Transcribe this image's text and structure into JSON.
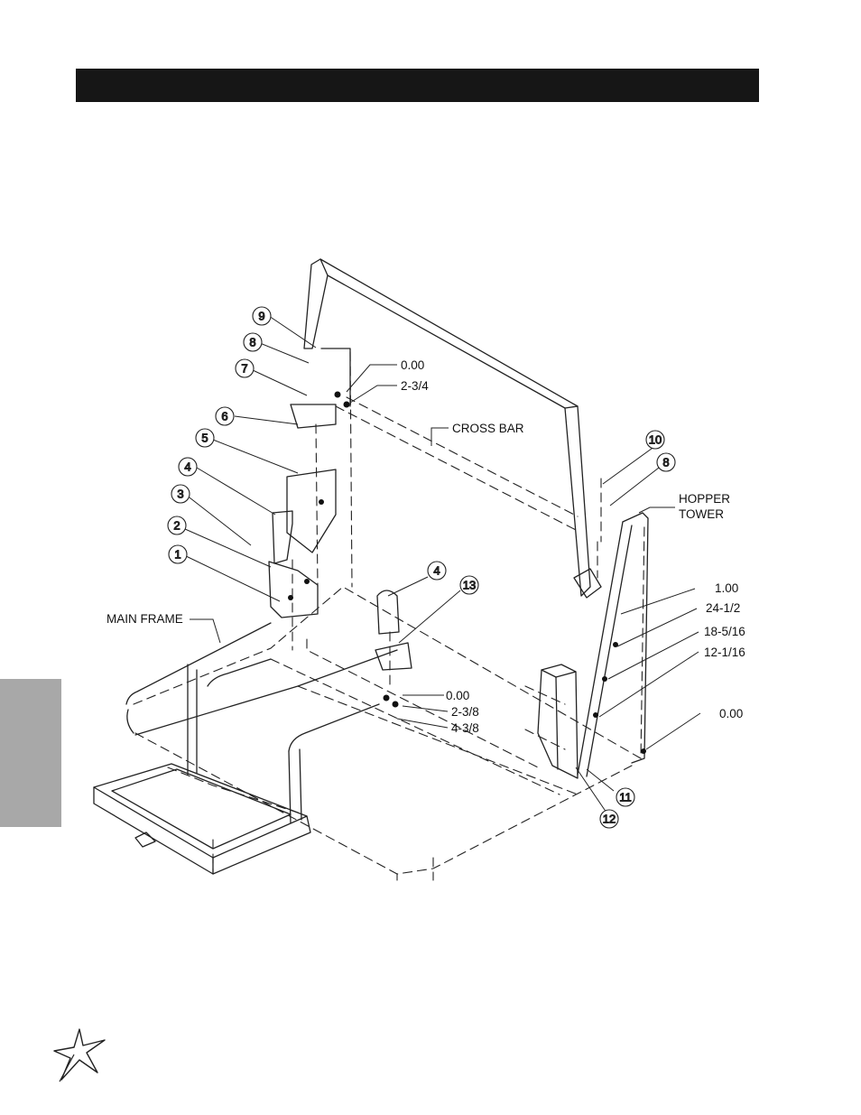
{
  "header": {
    "bar_color": "#161616"
  },
  "side_tab": {
    "color": "#a8a8a8"
  },
  "logo": {
    "icon": "star-burst-logo-icon"
  },
  "diagram": {
    "callouts": [
      "9",
      "8",
      "7",
      "6",
      "5",
      "4",
      "3",
      "2",
      "1",
      "10",
      "8",
      "4",
      "13",
      "11",
      "12"
    ],
    "labels": {
      "main_frame": "MAIN FRAME",
      "cross_bar": "CROSS BAR",
      "hopper_tower_line1": "HOPPER",
      "hopper_tower_line2": "TOWER"
    },
    "dimensions": {
      "upper_a": "0.00",
      "upper_b": "2-3/4",
      "mid_a": "0.00",
      "mid_b": "2-3/8",
      "mid_c": "4-3/8",
      "right_a": "1.00",
      "right_b": "24-1/2",
      "right_c": "18-5/16",
      "right_d": "12-1/16",
      "right_e": "0.00"
    }
  }
}
